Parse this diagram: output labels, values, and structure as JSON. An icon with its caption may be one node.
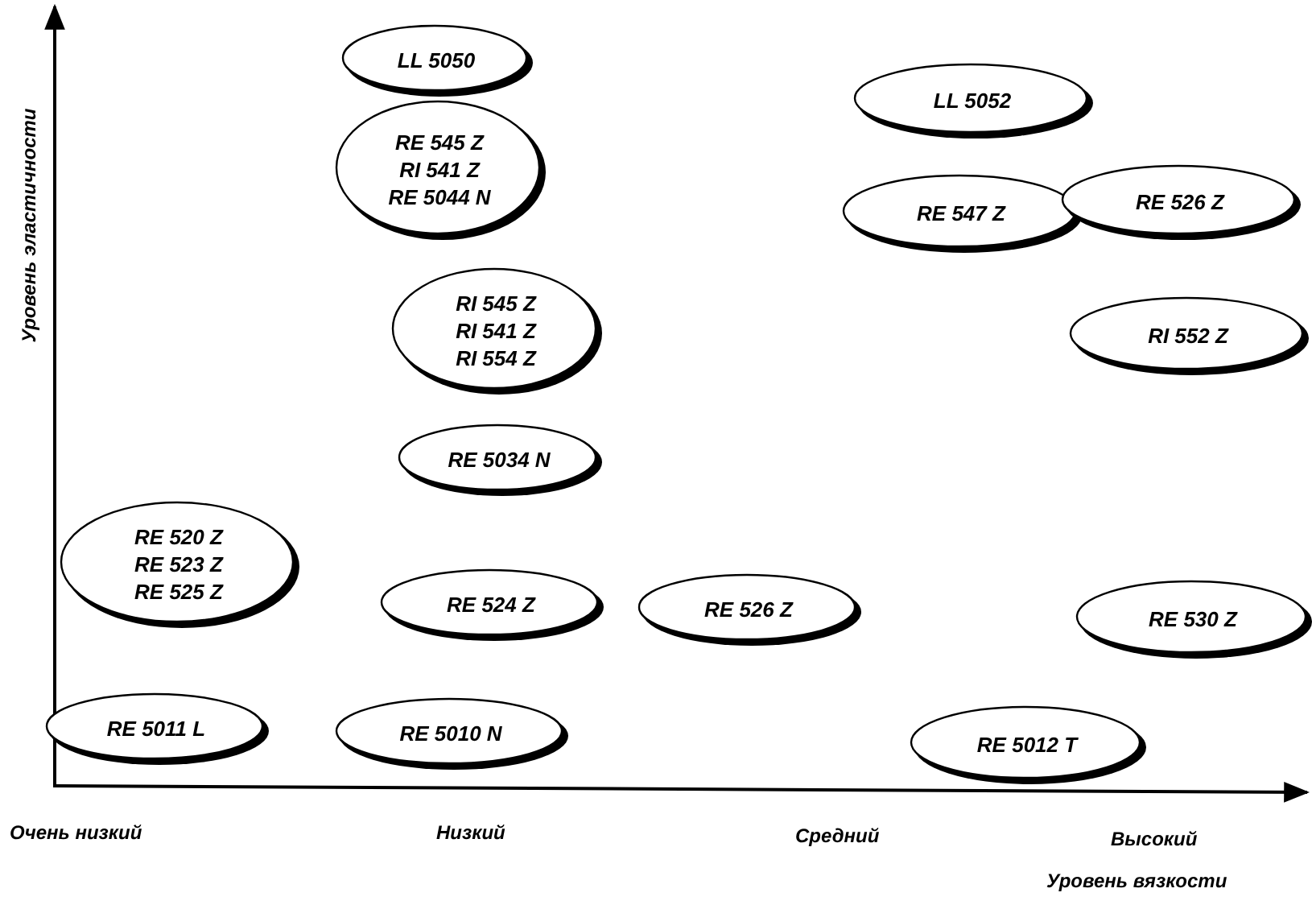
{
  "diagram": {
    "nodes": [
      {
        "text": [
          "LL 5050"
        ]
      },
      {
        "text": [
          "RE 545 Z",
          "RI 541 Z",
          "RE 5044 N"
        ]
      },
      {
        "text": [
          "RI 545 Z",
          "RI 541 Z",
          "RI 554 Z"
        ]
      },
      {
        "text": [
          "RE 5034 N"
        ]
      },
      {
        "text": [
          "RE 520 Z",
          "RE 523 Z",
          "RE 525 Z"
        ]
      },
      {
        "text": [
          "RE 524 Z"
        ]
      },
      {
        "text": [
          "RE 526 Z"
        ]
      },
      {
        "text": [
          "RE 5011 L"
        ]
      },
      {
        "text": [
          "RE 5010 N"
        ]
      },
      {
        "text": [
          "LL 5052"
        ]
      },
      {
        "text": [
          "RE 547 Z"
        ]
      },
      {
        "text": [
          "RE 526 Z"
        ]
      },
      {
        "text": [
          "RI 552 Z"
        ]
      },
      {
        "text": [
          "RE 530 Z"
        ]
      },
      {
        "text": [
          "RE 5012 T"
        ]
      }
    ],
    "labels": [
      "Уровень эластичности",
      "Очень низкий",
      "Низкий",
      "Средний",
      "Высокий",
      "Уровень вязкости"
    ]
  }
}
